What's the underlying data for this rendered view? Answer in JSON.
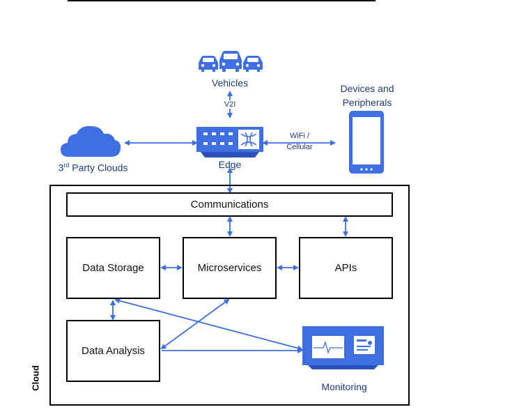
{
  "nodes": {
    "vehicles": "Vehicles",
    "v2i": "V2I",
    "devices_line1": "Devices and",
    "devices_line2": "Peripherals",
    "wifi_line1": "WiFi /",
    "wifi_line2": "Cellular",
    "third_party_prefix": "3",
    "third_party_sup": "rd",
    "third_party_suffix": " Party Clouds",
    "edge": "Edge",
    "communications": "Communications",
    "data_storage": "Data Storage",
    "microservices": "Microservices",
    "apis": "APIs",
    "data_analysis": "Data Analysis",
    "monitoring": "Monitoring",
    "cloud": "Cloud"
  },
  "colors": {
    "accent": "#3b6fe0",
    "icon_blue": "#3f6fe3",
    "text_blue": "#1e3a78"
  },
  "icons": [
    "car-icon",
    "cloud-icon",
    "edge-device-icon",
    "smartphone-icon",
    "monitor-icon"
  ]
}
